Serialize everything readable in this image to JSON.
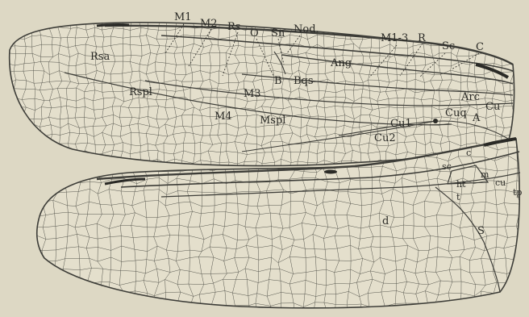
{
  "colors": {
    "paper": "#ddd8c4",
    "ink": "#2a2a26",
    "vein": "#3d3d38"
  },
  "forewing": {
    "labels_top": [
      "M1",
      "M2",
      "Rs",
      "O",
      "Sn",
      "Nod.",
      "M1-3",
      "R",
      "Sc",
      "C"
    ],
    "labels_inner": [
      "Rsa",
      "Rspl",
      "M3",
      "B",
      "Bqs",
      "Ang",
      "M4",
      "Mspl",
      "Arc",
      "Cu",
      "Cuq",
      "A",
      "Cu1",
      "Cu2"
    ]
  },
  "hindwing": {
    "labels": [
      "c",
      "sc",
      "m",
      "ht",
      "cu",
      "t",
      "tp",
      "d",
      "S"
    ]
  }
}
